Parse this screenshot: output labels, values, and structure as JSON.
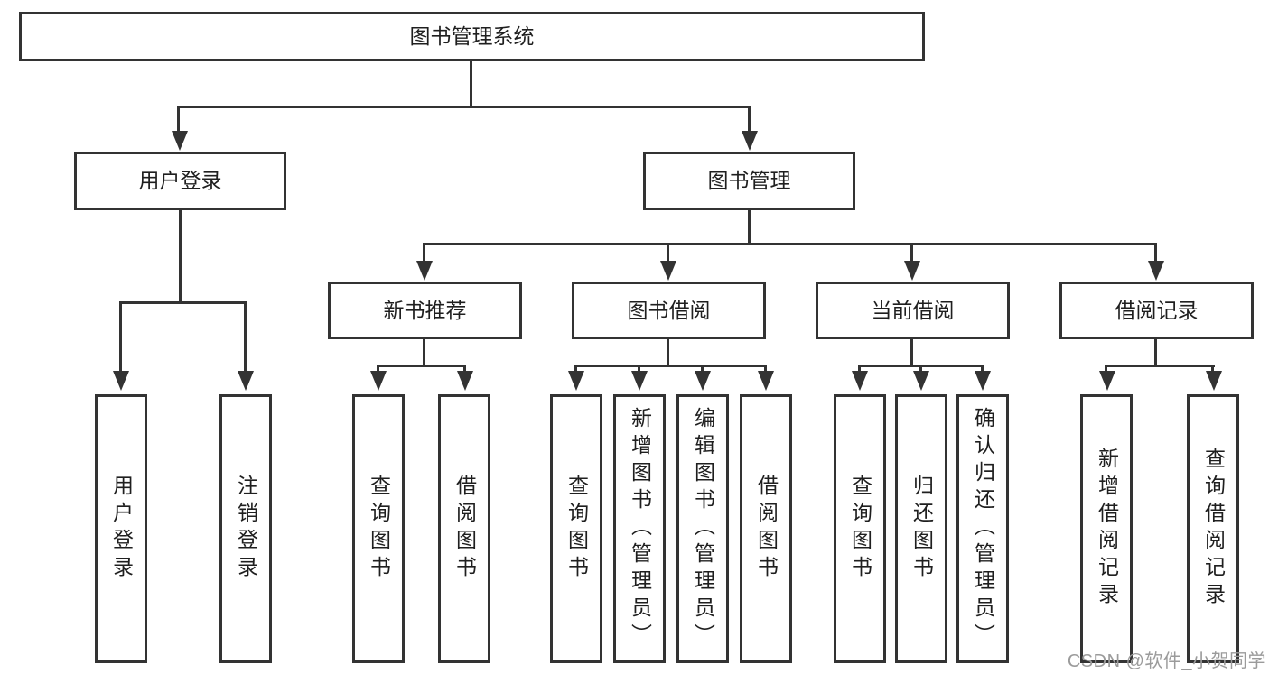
{
  "diagram": {
    "type": "hierarchy-tree",
    "title": "图书管理系统",
    "watermark": "CSDN @软件_小贺同学",
    "colors": {
      "line": "#333333",
      "box_border": "#333333",
      "text": "#1f1f1f",
      "watermark": "#9b9b9b",
      "background": "#ffffff"
    },
    "root": {
      "label": "图书管理系统"
    },
    "branches": [
      {
        "label": "用户登录",
        "children": [
          {
            "label": "用户登录"
          },
          {
            "label": "注销登录"
          }
        ]
      },
      {
        "label": "图书管理",
        "children": [
          {
            "label": "新书推荐",
            "children": [
              {
                "label": "查询图书"
              },
              {
                "label": "借阅图书"
              }
            ]
          },
          {
            "label": "图书借阅",
            "children": [
              {
                "label": "查询图书"
              },
              {
                "label": "新增图书（管理员）"
              },
              {
                "label": "编辑图书（管理员）"
              },
              {
                "label": "借阅图书"
              }
            ]
          },
          {
            "label": "当前借阅",
            "children": [
              {
                "label": "查询图书"
              },
              {
                "label": "归还图书"
              },
              {
                "label": "确认归还（管理员）"
              }
            ]
          },
          {
            "label": "借阅记录",
            "children": [
              {
                "label": "新增借阅记录"
              },
              {
                "label": "查询借阅记录"
              }
            ]
          }
        ]
      }
    ]
  }
}
